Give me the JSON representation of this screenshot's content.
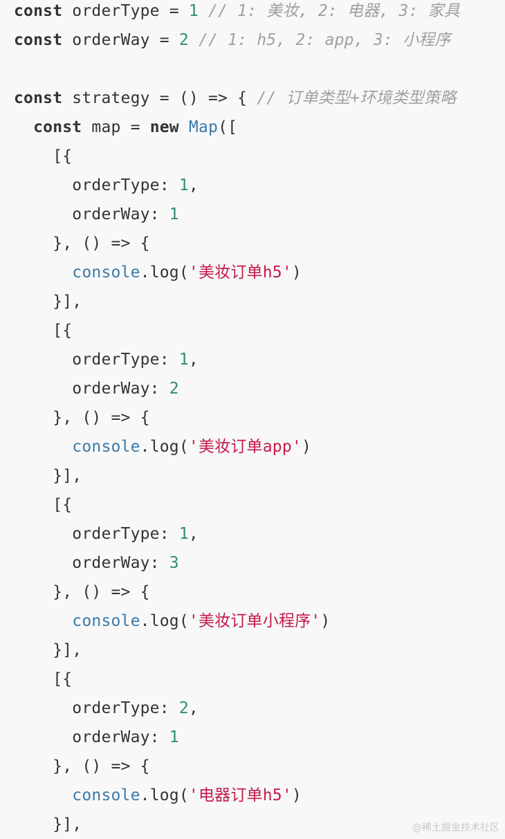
{
  "code_lines": [
    [
      {
        "t": "keyword",
        "v": "const"
      },
      {
        "t": "ident",
        "v": " orderType = "
      },
      {
        "t": "number",
        "v": "1"
      },
      {
        "t": "ident",
        "v": " "
      },
      {
        "t": "comment",
        "v": "// 1: 美妆, 2: 电器, 3: 家具"
      }
    ],
    [
      {
        "t": "keyword",
        "v": "const"
      },
      {
        "t": "ident",
        "v": " orderWay = "
      },
      {
        "t": "number",
        "v": "2"
      },
      {
        "t": "ident",
        "v": " "
      },
      {
        "t": "comment",
        "v": "// 1: h5, 2: app, 3: 小程序"
      }
    ],
    [],
    [
      {
        "t": "keyword",
        "v": "const"
      },
      {
        "t": "ident",
        "v": " strategy = () => { "
      },
      {
        "t": "comment",
        "v": "// 订单类型+环境类型策略"
      }
    ],
    [
      {
        "t": "space",
        "v": "  "
      },
      {
        "t": "keyword",
        "v": "const"
      },
      {
        "t": "ident",
        "v": " map = "
      },
      {
        "t": "keyword",
        "v": "new"
      },
      {
        "t": "ident",
        "v": " "
      },
      {
        "t": "builtin",
        "v": "Map"
      },
      {
        "t": "ident",
        "v": "(["
      }
    ],
    [
      {
        "t": "space",
        "v": "    "
      },
      {
        "t": "ident",
        "v": "[{"
      }
    ],
    [
      {
        "t": "space",
        "v": "      "
      },
      {
        "t": "ident",
        "v": "orderType: "
      },
      {
        "t": "number",
        "v": "1"
      },
      {
        "t": "ident",
        "v": ","
      }
    ],
    [
      {
        "t": "space",
        "v": "      "
      },
      {
        "t": "ident",
        "v": "orderWay: "
      },
      {
        "t": "number",
        "v": "1"
      }
    ],
    [
      {
        "t": "space",
        "v": "    "
      },
      {
        "t": "ident",
        "v": "}, () => {"
      }
    ],
    [
      {
        "t": "space",
        "v": "      "
      },
      {
        "t": "builtin",
        "v": "console"
      },
      {
        "t": "ident",
        "v": ".log("
      },
      {
        "t": "string",
        "v": "'美妆订单h5'"
      },
      {
        "t": "ident",
        "v": ")"
      }
    ],
    [
      {
        "t": "space",
        "v": "    "
      },
      {
        "t": "ident",
        "v": "}],"
      }
    ],
    [
      {
        "t": "space",
        "v": "    "
      },
      {
        "t": "ident",
        "v": "[{"
      }
    ],
    [
      {
        "t": "space",
        "v": "      "
      },
      {
        "t": "ident",
        "v": "orderType: "
      },
      {
        "t": "number",
        "v": "1"
      },
      {
        "t": "ident",
        "v": ","
      }
    ],
    [
      {
        "t": "space",
        "v": "      "
      },
      {
        "t": "ident",
        "v": "orderWay: "
      },
      {
        "t": "number",
        "v": "2"
      }
    ],
    [
      {
        "t": "space",
        "v": "    "
      },
      {
        "t": "ident",
        "v": "}, () => {"
      }
    ],
    [
      {
        "t": "space",
        "v": "      "
      },
      {
        "t": "builtin",
        "v": "console"
      },
      {
        "t": "ident",
        "v": ".log("
      },
      {
        "t": "string",
        "v": "'美妆订单app'"
      },
      {
        "t": "ident",
        "v": ")"
      }
    ],
    [
      {
        "t": "space",
        "v": "    "
      },
      {
        "t": "ident",
        "v": "}],"
      }
    ],
    [
      {
        "t": "space",
        "v": "    "
      },
      {
        "t": "ident",
        "v": "[{"
      }
    ],
    [
      {
        "t": "space",
        "v": "      "
      },
      {
        "t": "ident",
        "v": "orderType: "
      },
      {
        "t": "number",
        "v": "1"
      },
      {
        "t": "ident",
        "v": ","
      }
    ],
    [
      {
        "t": "space",
        "v": "      "
      },
      {
        "t": "ident",
        "v": "orderWay: "
      },
      {
        "t": "number",
        "v": "3"
      }
    ],
    [
      {
        "t": "space",
        "v": "    "
      },
      {
        "t": "ident",
        "v": "}, () => {"
      }
    ],
    [
      {
        "t": "space",
        "v": "      "
      },
      {
        "t": "builtin",
        "v": "console"
      },
      {
        "t": "ident",
        "v": ".log("
      },
      {
        "t": "string",
        "v": "'美妆订单小程序'"
      },
      {
        "t": "ident",
        "v": ")"
      }
    ],
    [
      {
        "t": "space",
        "v": "    "
      },
      {
        "t": "ident",
        "v": "}],"
      }
    ],
    [
      {
        "t": "space",
        "v": "    "
      },
      {
        "t": "ident",
        "v": "[{"
      }
    ],
    [
      {
        "t": "space",
        "v": "      "
      },
      {
        "t": "ident",
        "v": "orderType: "
      },
      {
        "t": "number",
        "v": "2"
      },
      {
        "t": "ident",
        "v": ","
      }
    ],
    [
      {
        "t": "space",
        "v": "      "
      },
      {
        "t": "ident",
        "v": "orderWay: "
      },
      {
        "t": "number",
        "v": "1"
      }
    ],
    [
      {
        "t": "space",
        "v": "    "
      },
      {
        "t": "ident",
        "v": "}, () => {"
      }
    ],
    [
      {
        "t": "space",
        "v": "      "
      },
      {
        "t": "builtin",
        "v": "console"
      },
      {
        "t": "ident",
        "v": ".log("
      },
      {
        "t": "string",
        "v": "'电器订单h5'"
      },
      {
        "t": "ident",
        "v": ")"
      }
    ],
    [
      {
        "t": "space",
        "v": "    "
      },
      {
        "t": "ident",
        "v": "}],"
      }
    ]
  ],
  "watermark": "@稀土掘金技术社区"
}
